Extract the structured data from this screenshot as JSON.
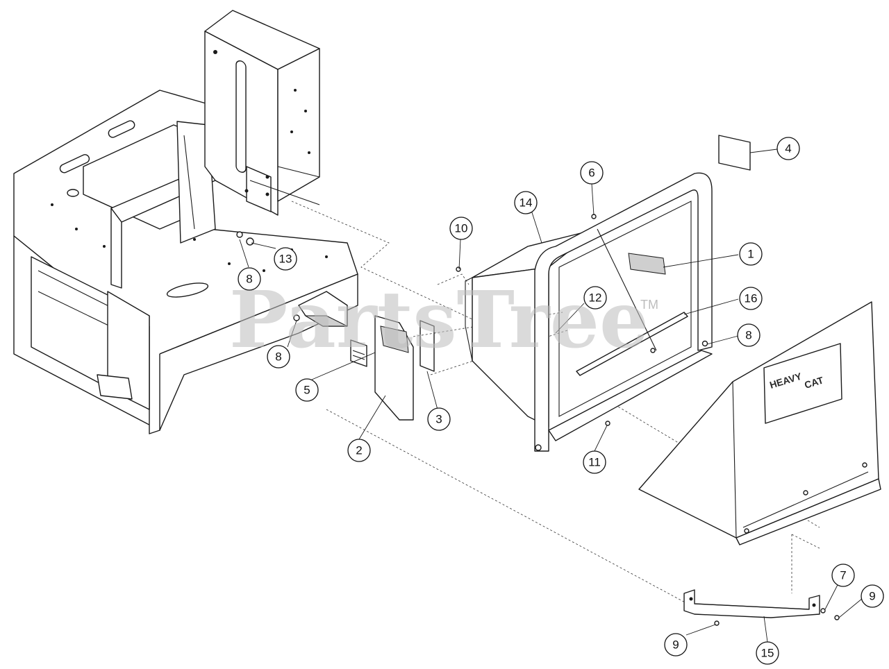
{
  "watermark": {
    "text": "PartsTree",
    "tm": "TM"
  },
  "decal": {
    "brand_lines": [
      "HEAVY",
      "CAT"
    ]
  },
  "callouts": [
    {
      "id": "c1",
      "label": "1"
    },
    {
      "id": "c2",
      "label": "2"
    },
    {
      "id": "c3",
      "label": "3"
    },
    {
      "id": "c4",
      "label": "4"
    },
    {
      "id": "c5",
      "label": "5"
    },
    {
      "id": "c6",
      "label": "6"
    },
    {
      "id": "c7",
      "label": "7"
    },
    {
      "id": "c8a",
      "label": "8"
    },
    {
      "id": "c8b",
      "label": "8"
    },
    {
      "id": "c8c",
      "label": "8"
    },
    {
      "id": "c9a",
      "label": "9"
    },
    {
      "id": "c9b",
      "label": "9"
    },
    {
      "id": "c10",
      "label": "10"
    },
    {
      "id": "c11",
      "label": "11"
    },
    {
      "id": "c12",
      "label": "12"
    },
    {
      "id": "c13",
      "label": "13"
    },
    {
      "id": "c14",
      "label": "14"
    },
    {
      "id": "c15",
      "label": "15"
    },
    {
      "id": "c16",
      "label": "16"
    }
  ]
}
